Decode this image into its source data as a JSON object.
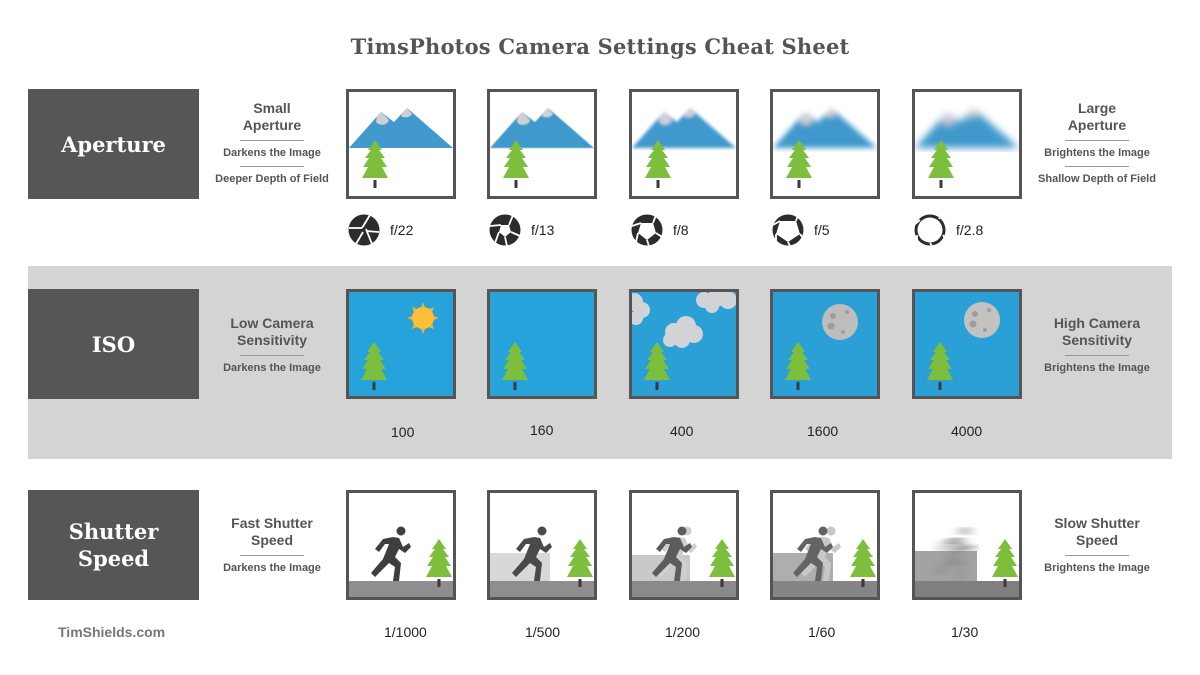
{
  "title": "TimsPhotos Camera Settings Cheat Sheet",
  "footer": "TimShields.com",
  "colors": {
    "label_bg": "#565656",
    "band_bg": "#d4d4d4",
    "sky_blue": "#27a3dc",
    "mountain_blue": "#4199cc",
    "tree_green": "#7dbf3c",
    "sun_yellow": "#f9b933",
    "frame": "#555555"
  },
  "aperture": {
    "label": "Aperture",
    "left": {
      "line1": "Small",
      "line2": "Aperture",
      "effect1": "Darkens the Image",
      "effect2": "Deeper Depth of Field"
    },
    "right": {
      "line1": "Large",
      "line2": "Aperture",
      "effect1": "Brightens the Image",
      "effect2": "Shallow Depth of Field"
    },
    "values": [
      "f/22",
      "f/13",
      "f/8",
      "f/5",
      "f/2.8"
    ],
    "icon": "aperture-blade-icon"
  },
  "iso": {
    "label": "ISO",
    "left": {
      "line1": "Low Camera",
      "line2": "Sensitivity",
      "effect1": "Darkens the Image"
    },
    "right": {
      "line1": "High Camera",
      "line2": "Sensitivity",
      "effect1": "Brightens the Image"
    },
    "values": [
      "100",
      "160",
      "400",
      "1600",
      "4000"
    ],
    "scene_icons": [
      "sun-icon",
      "none",
      "clouds-icon",
      "moon-icon",
      "moon-icon"
    ]
  },
  "shutter": {
    "label_line1": "Shutter",
    "label_line2": "Speed",
    "left": {
      "line1": "Fast Shutter",
      "line2": "Speed",
      "effect1": "Darkens the Image"
    },
    "right": {
      "line1": "Slow Shutter",
      "line2": "Speed",
      "effect1": "Brightens the Image"
    },
    "values": [
      "1/1000",
      "1/500",
      "1/200",
      "1/60",
      "1/30"
    ],
    "icon": "running-person-icon"
  }
}
